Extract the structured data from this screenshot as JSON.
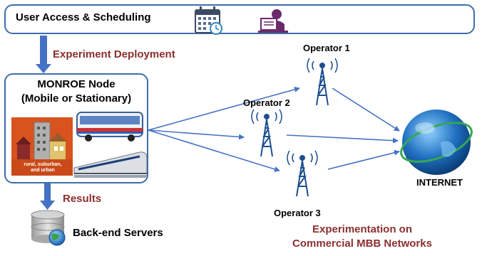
{
  "header": {
    "title": "User Access & Scheduling",
    "icons": [
      "calendar-icon",
      "user-at-desk-icon"
    ]
  },
  "flow": {
    "deployment_label": "Experiment Deployment",
    "results_label": "Results"
  },
  "node": {
    "title_line1": "MONROE Node",
    "title_line2": "(Mobile or Stationary)",
    "scene_caption_line1": "rural, suburban,",
    "scene_caption_line2": "and urban",
    "images": [
      "town-buildings-image",
      "bus-image",
      "train-image"
    ]
  },
  "backend": {
    "label": "Back-end Servers",
    "icon": "database-globe-icon"
  },
  "operators": [
    {
      "label": "Operator 1"
    },
    {
      "label": "Operator 2"
    },
    {
      "label": "Operator 3"
    }
  ],
  "internet": {
    "label": "INTERNET",
    "icon": "globe-icon"
  },
  "experimentation": {
    "line1": "Experimentation on",
    "line2": "Commercial MBB Networks"
  },
  "colors": {
    "box_border": "#3f6ea8",
    "arrow": "#4472c4",
    "label_red": "#8b2f2f"
  }
}
